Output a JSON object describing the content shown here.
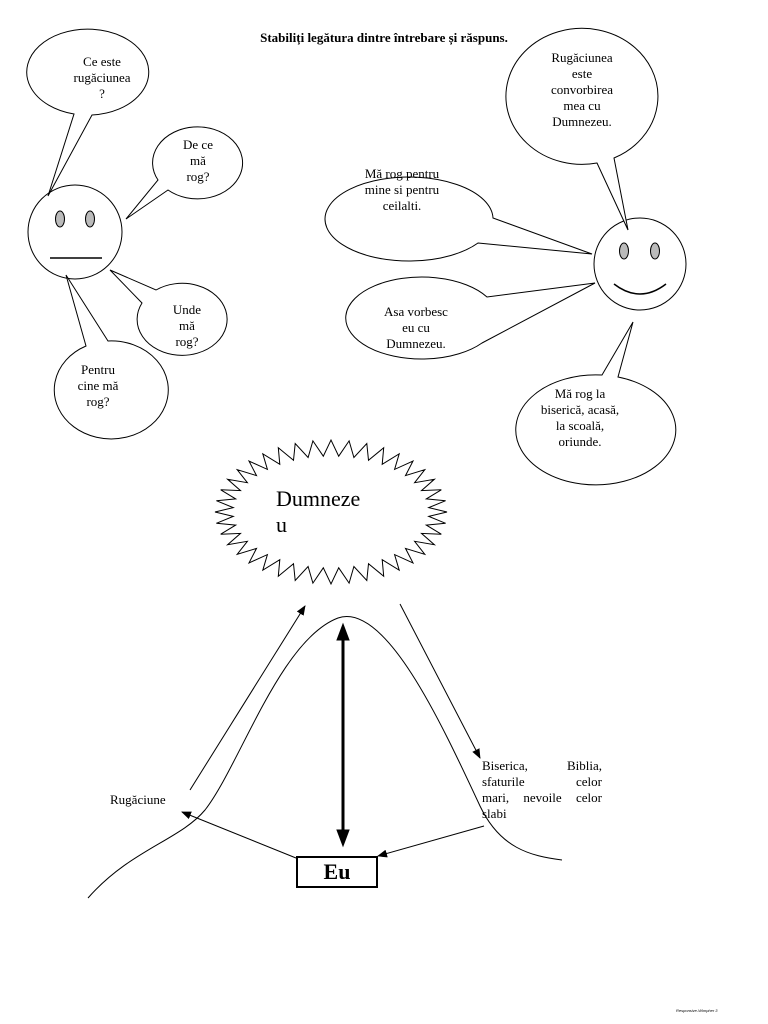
{
  "title": "Stabiliți legătura dintre întrebare și răspuns.",
  "questions": {
    "q1": "Ce este\nrugăciunea\n?",
    "q2": "De ce\nmă\nrog?",
    "q3": "Unde\nmă\nrog?",
    "q4": "Pentru\ncine mă\nrog?"
  },
  "answers": {
    "a1": "Rugăciunea\neste\nconvorbirea\nmea cu\nDumnezeu.",
    "a2": "Mă rog pentru\nmine si pentru\nceilalti.",
    "a3": "Asa vorbesc\neu cu\nDumnezeu.",
    "a4": "Mă rog la\nbiserică, acasă,\nla scoală,\noriunde."
  },
  "center": {
    "dumnezeu": "Dumneze\nu",
    "eu": "Eu"
  },
  "labels": {
    "left": "Rugăciune",
    "right_lines": [
      "Biserica, Biblia,",
      "sfaturile celor",
      "mari, nevoile celor",
      "slabi"
    ]
  },
  "footer": "Responsive-Wimpher 3"
}
